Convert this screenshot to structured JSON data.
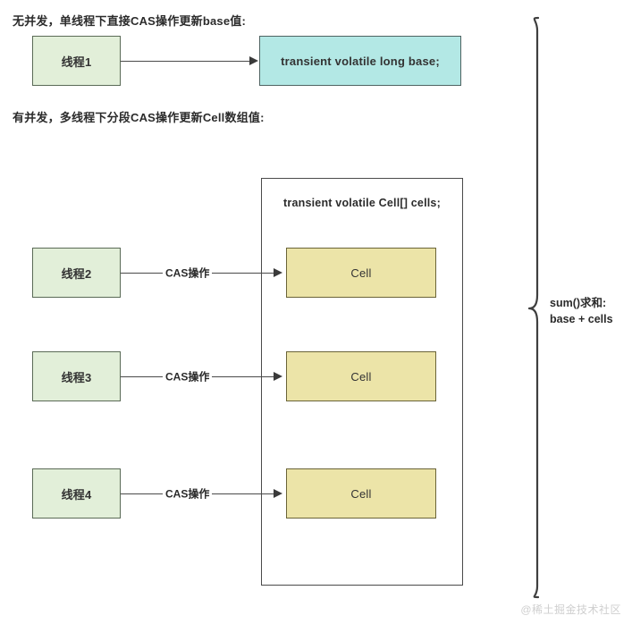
{
  "diagram": {
    "title_single": "无并发，单线程下直接CAS操作更新base值:",
    "title_multi": "有并发，多线程下分段CAS操作更新Cell数组值:",
    "single_thread": {
      "thread_label": "线程1",
      "target_label": "transient volatile long base;"
    },
    "multi_thread": {
      "container_label": "transient volatile Cell[] cells;",
      "rows": [
        {
          "thread_label": "线程2",
          "edge_label": "CAS操作",
          "cell_label": "Cell"
        },
        {
          "thread_label": "线程3",
          "edge_label": "CAS操作",
          "cell_label": "Cell"
        },
        {
          "thread_label": "线程4",
          "edge_label": "CAS操作",
          "cell_label": "Cell"
        }
      ]
    },
    "summary": {
      "line1": "sum()求和:",
      "line2": "base + cells"
    },
    "watermark": "@稀土掘金技术社区",
    "colors": {
      "thread_fill": "#e2efd9",
      "base_fill": "#b3e8e5",
      "cell_fill": "#ece4a8",
      "stroke": "#4a4a4a",
      "text": "#2b2b2b",
      "watermark": "#cfcfcf",
      "background": "#ffffff"
    }
  }
}
